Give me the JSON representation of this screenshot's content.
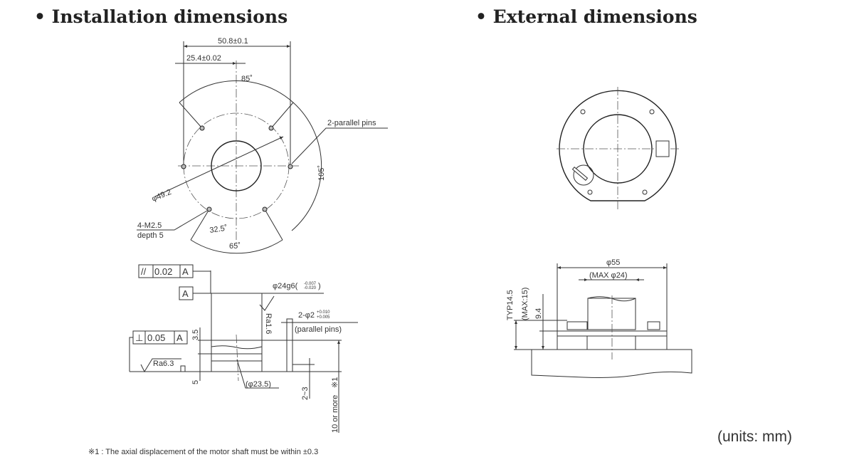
{
  "titles": {
    "installation": "• Installation dimensions",
    "external": "• External dimensions"
  },
  "installation_top": {
    "dim_pitch": "50.8±0.1",
    "dim_half_pitch": "25.4±0.02",
    "angle_top": "85˚",
    "angle_right": "105˚",
    "angle_bottom": "65˚",
    "angle_half": "32.5˚",
    "pcd": "φ49.2",
    "pins_label": "2-parallel pins",
    "tapped_holes": "4-M2.5",
    "tapped_depth": "depth 5"
  },
  "installation_side": {
    "parallelism_symbol": "//",
    "parallelism_value": "0.02",
    "parallelism_datum": "A",
    "datum": "A",
    "perpendicularity_symbol": "⊥",
    "perpendicularity_value": "0.05",
    "perpendicularity_datum": "A",
    "shaft_fit": "φ24g6(",
    "shaft_tol_upper": "-0.007",
    "shaft_tol_lower": "-0.020",
    "shaft_close": ")",
    "roughness_shaft": "Ra1.6",
    "roughness_face": "Ra6.3",
    "pin_dia": "2-φ2",
    "pin_tol_upper": "+0.010",
    "pin_tol_lower": "+0.005",
    "pin_note": "(parallel pins)",
    "dim_3_5": "3.5",
    "dim_5": "5",
    "dim_23_5": "(φ23.5)",
    "dim_2_3": "2~3",
    "dim_10_more": "10 or more",
    "note_ref": "※1"
  },
  "external_side": {
    "dim_55": "φ55",
    "dim_max24": "(MAX φ24)",
    "dim_typ": "TYP14.5",
    "dim_max15": "(MAX:15)",
    "dim_9_4": "9.4"
  },
  "footnote": "※1 : The axial displacement of the motor shaft must be within ±0.3",
  "units": "(units: mm)"
}
